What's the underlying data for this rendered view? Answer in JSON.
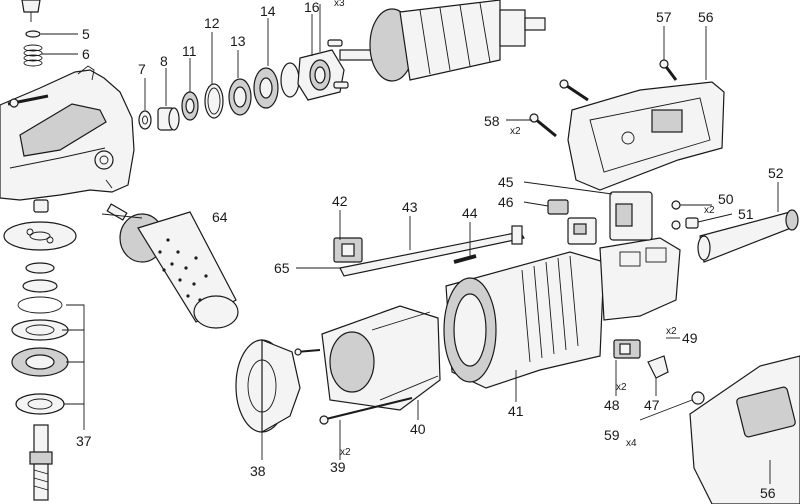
{
  "labels": {
    "p5": "5",
    "p6": "6",
    "p7": "7",
    "p8": "8",
    "p11": "11",
    "p12": "12",
    "p13": "13",
    "p14": "14",
    "p16": "16",
    "p37": "37",
    "p38": "38",
    "p39": "39",
    "p40": "40",
    "p41": "41",
    "p42": "42",
    "p43": "43",
    "p44": "44",
    "p45": "45",
    "p46": "46",
    "p47": "47",
    "p48": "48",
    "p49": "49",
    "p50": "50",
    "p51": "51",
    "p52": "52",
    "p56a": "56",
    "p56b": "56",
    "p57": "57",
    "p58": "58",
    "p59": "59",
    "p64": "64",
    "p65": "65"
  },
  "quantities": {
    "q16": "x3",
    "q39": "x2",
    "q48": "x2",
    "q49": "x2",
    "q50": "x2",
    "q58": "x2",
    "q59": "x4"
  },
  "colors": {
    "line": "#1a1a1a",
    "fill": "#f4f4f4",
    "shade": "#cfcfcf"
  }
}
